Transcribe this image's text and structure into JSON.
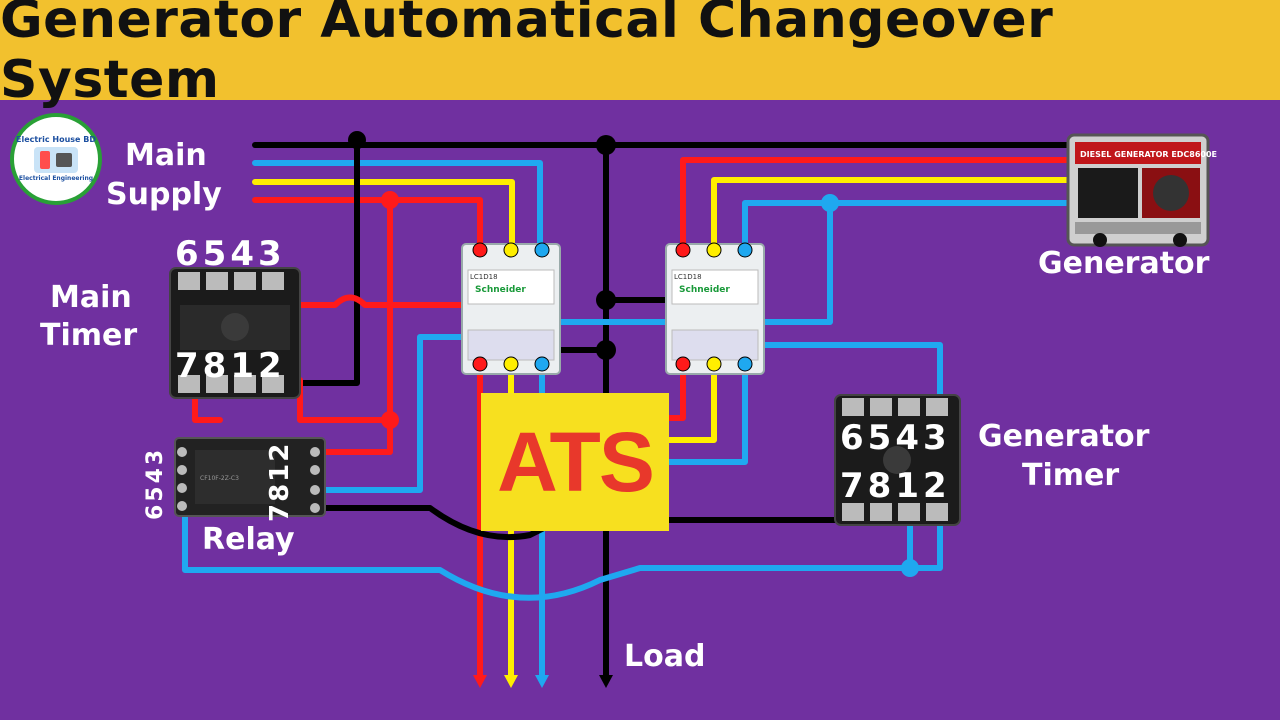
{
  "title": "Generator Automatical Changeover System",
  "logo": {
    "text_top": "Electric House BD",
    "text_bottom": "Electrical Engineering"
  },
  "labels": {
    "main_supply_line1": "Main",
    "main_supply_line2": "Supply",
    "generator": "Generator",
    "main_timer_line1": "Main",
    "main_timer_line2": "Timer",
    "generator_timer_line1": "Generator",
    "generator_timer_line2": "Timer",
    "relay": "Relay",
    "load": "Load",
    "ats": "ATS"
  },
  "pins": {
    "main_timer_top": "6543",
    "main_timer_bottom": "7812",
    "gen_timer_top": "6543",
    "gen_timer_bottom": "7812",
    "relay_left": "6543",
    "relay_right": "7812"
  },
  "devices": {
    "contactor_brand": "Schneider",
    "contactor_model": "LC1D18",
    "generator_model": "DIESEL GENERATOR  EDC8600E",
    "relay_model": "CF10F-2Z-C3"
  },
  "colors": {
    "background": "#7030a0",
    "banner": "#f2c12e",
    "wire_red": "#ff1a1a",
    "wire_yellow": "#ffee00",
    "wire_blue": "#1fa8f0",
    "wire_black": "#000000",
    "ats_box": "#f7e01f",
    "ats_text": "#e8382b"
  }
}
